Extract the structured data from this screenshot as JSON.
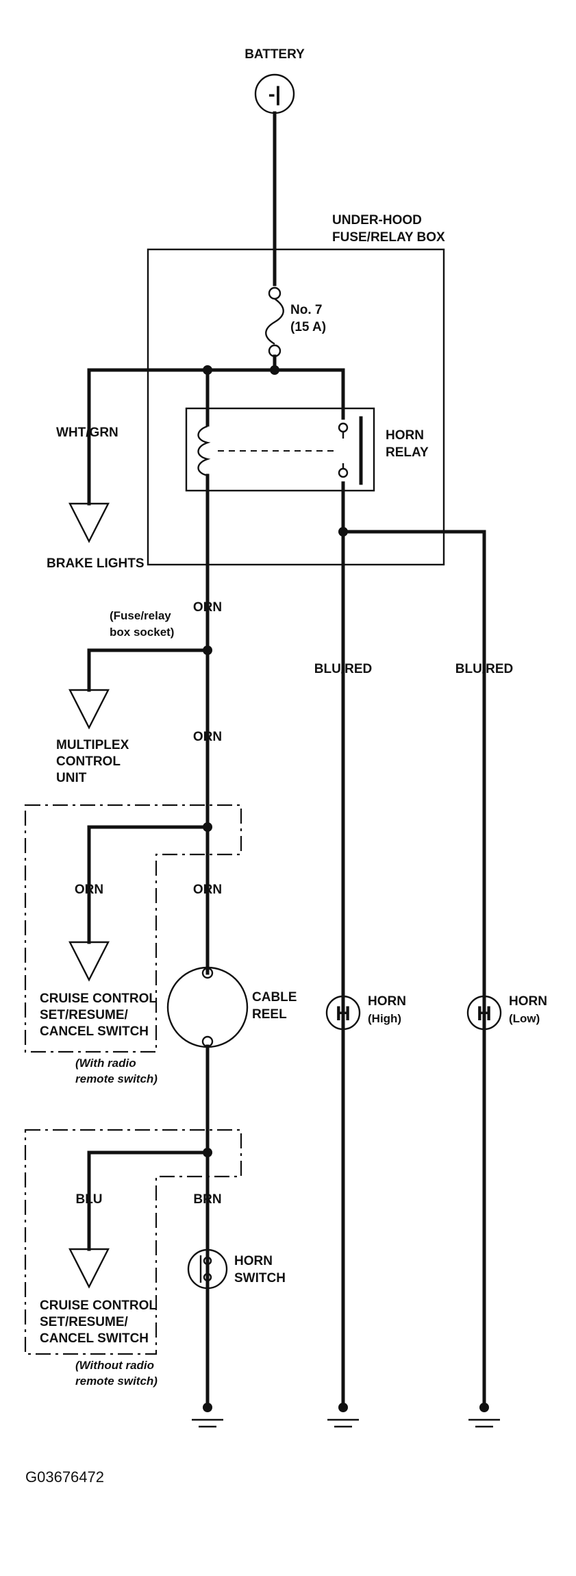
{
  "labels": {
    "battery": "BATTERY",
    "underhood_1": "UNDER-HOOD",
    "underhood_2": "FUSE/RELAY BOX",
    "fuse_1": "No. 7",
    "fuse_2": "(15 A)",
    "horn_relay_1": "HORN",
    "horn_relay_2": "RELAY",
    "wht_grn": "WHT/GRN",
    "brake_lights": "BRAKE LIGHTS",
    "orn_1": "ORN",
    "socket_1": "(Fuse/relay",
    "socket_2": "box socket)",
    "blu_red_1": "BLU/RED",
    "blu_red_2": "BLU/RED",
    "multiplex_1": "MULTIPLEX",
    "multiplex_2": "CONTROL",
    "multiplex_3": "UNIT",
    "orn_2": "ORN",
    "orn_3": "ORN",
    "orn_4": "ORN",
    "cruise1_1": "CRUISE CONTROL",
    "cruise1_2": "SET/RESUME/",
    "cruise1_3": "CANCEL SWITCH",
    "with_radio_1": "(With radio",
    "with_radio_2": "remote switch)",
    "cable_reel_1": "CABLE",
    "cable_reel_2": "REEL",
    "horn_high_1": "HORN",
    "horn_high_2": "(High)",
    "horn_low_1": "HORN",
    "horn_low_2": "(Low)",
    "blu": "BLU",
    "brn": "BRN",
    "horn_switch_1": "HORN",
    "horn_switch_2": "SWITCH",
    "cruise2_1": "CRUISE CONTROL",
    "cruise2_2": "SET/RESUME/",
    "cruise2_3": "CANCEL SWITCH",
    "without_radio_1": "(Without radio",
    "without_radio_2": "remote switch)",
    "figure_code": "G03676472"
  },
  "symbols": {
    "battery_glyph": "-|",
    "horn_glyph": "H"
  }
}
